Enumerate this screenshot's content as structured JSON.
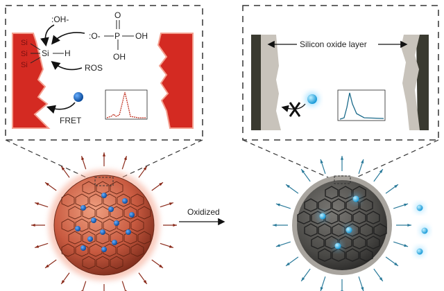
{
  "left_panel": {
    "hydroxide": ":OH-",
    "phosphate_o": ":O-",
    "phosphate_p": "P",
    "phosphate_oh_right": "OH",
    "phosphate_o_top": "O",
    "phosphate_oh_bottom": "OH",
    "si_atoms": [
      "Si",
      "Si",
      "Si"
    ],
    "si_center": "Si",
    "hydrogen": "H",
    "ros": "ROS",
    "fret": "FRET"
  },
  "right_panel": {
    "layer_label": "Silicon oxide layer"
  },
  "process_label": "Oxidized",
  "colors": {
    "porous_silicon": "#d42a22",
    "oxidized_sphere": "#4a4a48",
    "oxide_layer": "#c8c3bb",
    "dye_blue": "#1e6fc0",
    "dye_cyan": "#3ab0e8",
    "arrow_red": "#8a2a1a",
    "arrow_teal": "#2a7a9a"
  }
}
